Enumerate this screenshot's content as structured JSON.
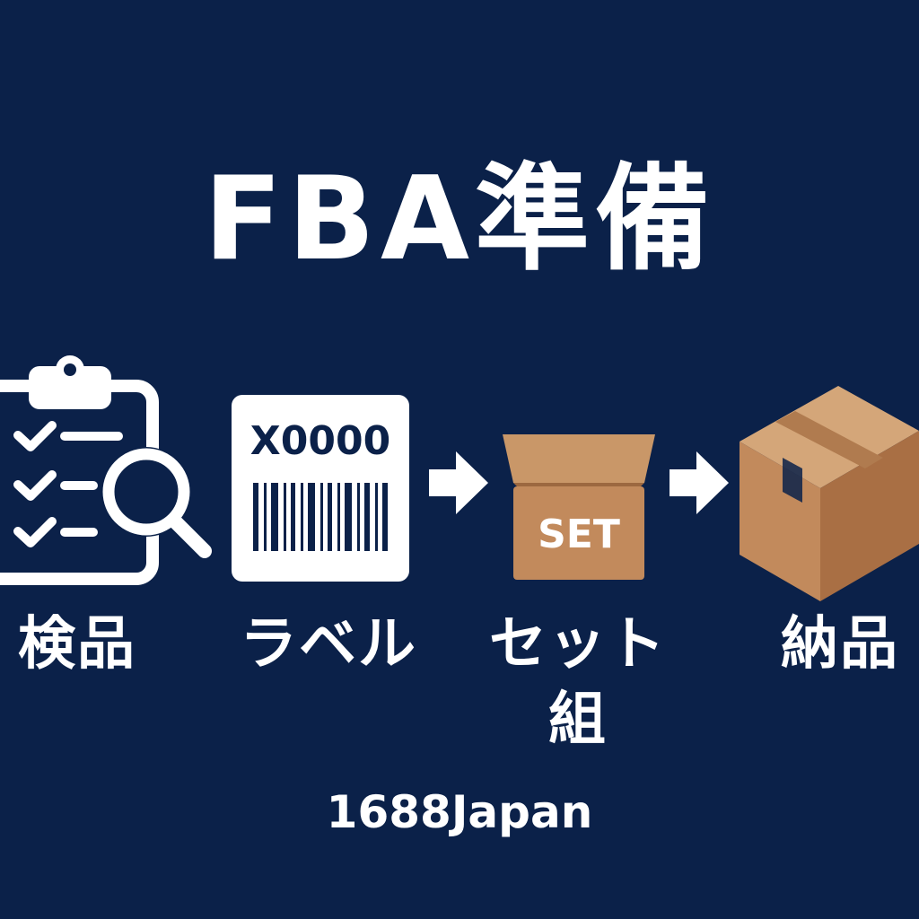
{
  "title": "FBA準備",
  "steps": [
    {
      "label": "検品",
      "icon": "clipboard-checklist-search-icon"
    },
    {
      "label": "ラベル",
      "icon": "barcode-label-icon",
      "label_code": "X0000"
    },
    {
      "label": "セット組",
      "icon": "open-box-set-icon",
      "box_text": "SET"
    },
    {
      "label": "納品",
      "icon": "closed-shipping-box-icon"
    }
  ],
  "arrows": [
    "arrow-right-icon",
    "arrow-right-icon"
  ],
  "brand": "1688Japan",
  "colors": {
    "background": "#0b2149",
    "foreground": "#ffffff",
    "cardboard": "#c28a5c",
    "cardboard_light": "#d4a679",
    "cardboard_dark": "#a96f44"
  }
}
